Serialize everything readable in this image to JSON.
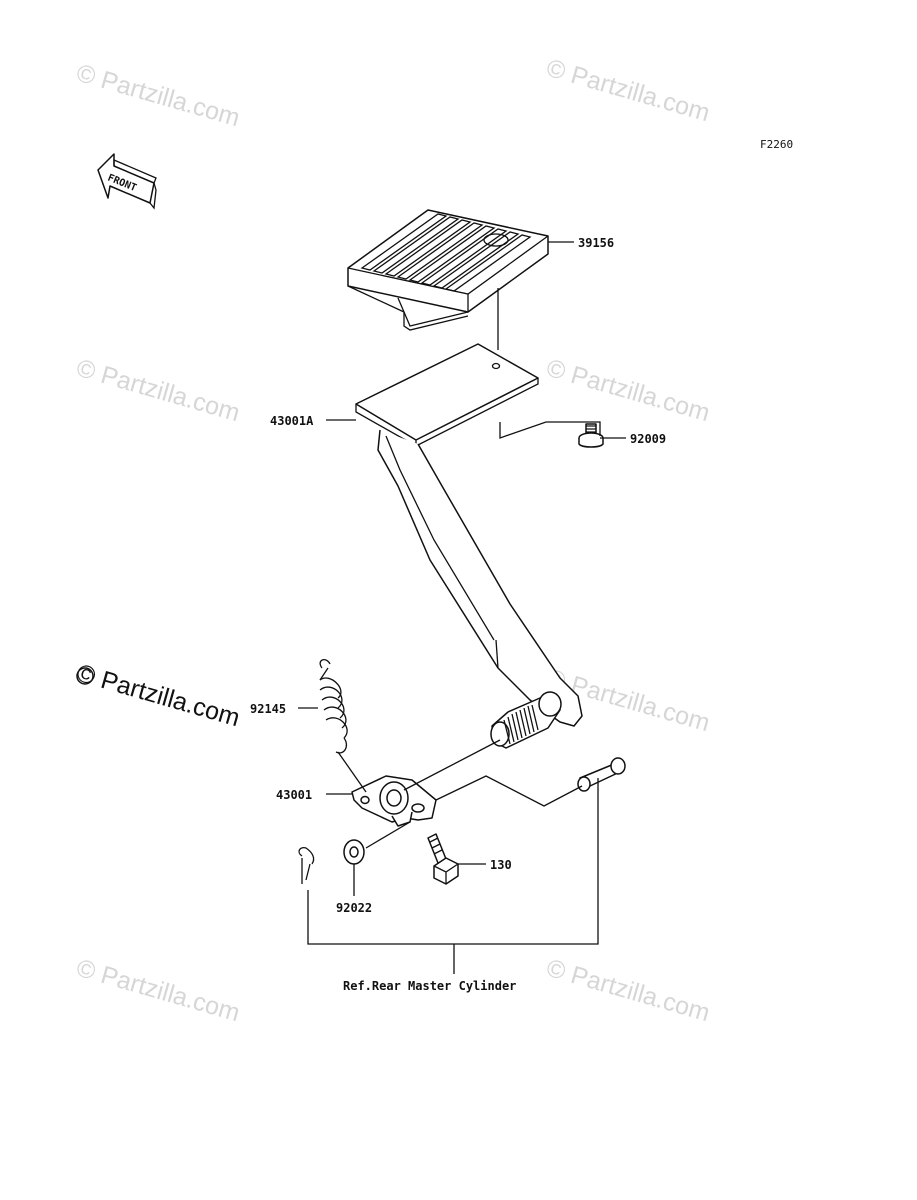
{
  "diagram": {
    "code": "F2260",
    "front_label": "FRONT",
    "reference_label": "Ref.Rear Master Cylinder",
    "watermark": "© Partzilla.com",
    "callouts": {
      "pad": "39156",
      "pedal_plate": "43001A",
      "bolt_small": "92009",
      "spring": "92145",
      "pedal": "43001",
      "bolt": "130",
      "washer": "92022"
    }
  }
}
